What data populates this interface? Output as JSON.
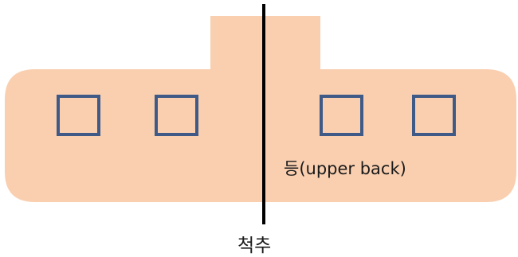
{
  "labels": {
    "back": "등(upper back)",
    "spine": "척추"
  },
  "colors": {
    "skin": "#F9CFB0",
    "marker_stroke": "#3F5A86",
    "spine_line": "#000000"
  },
  "markers": {
    "count": 4,
    "shape": "hollow-square"
  }
}
